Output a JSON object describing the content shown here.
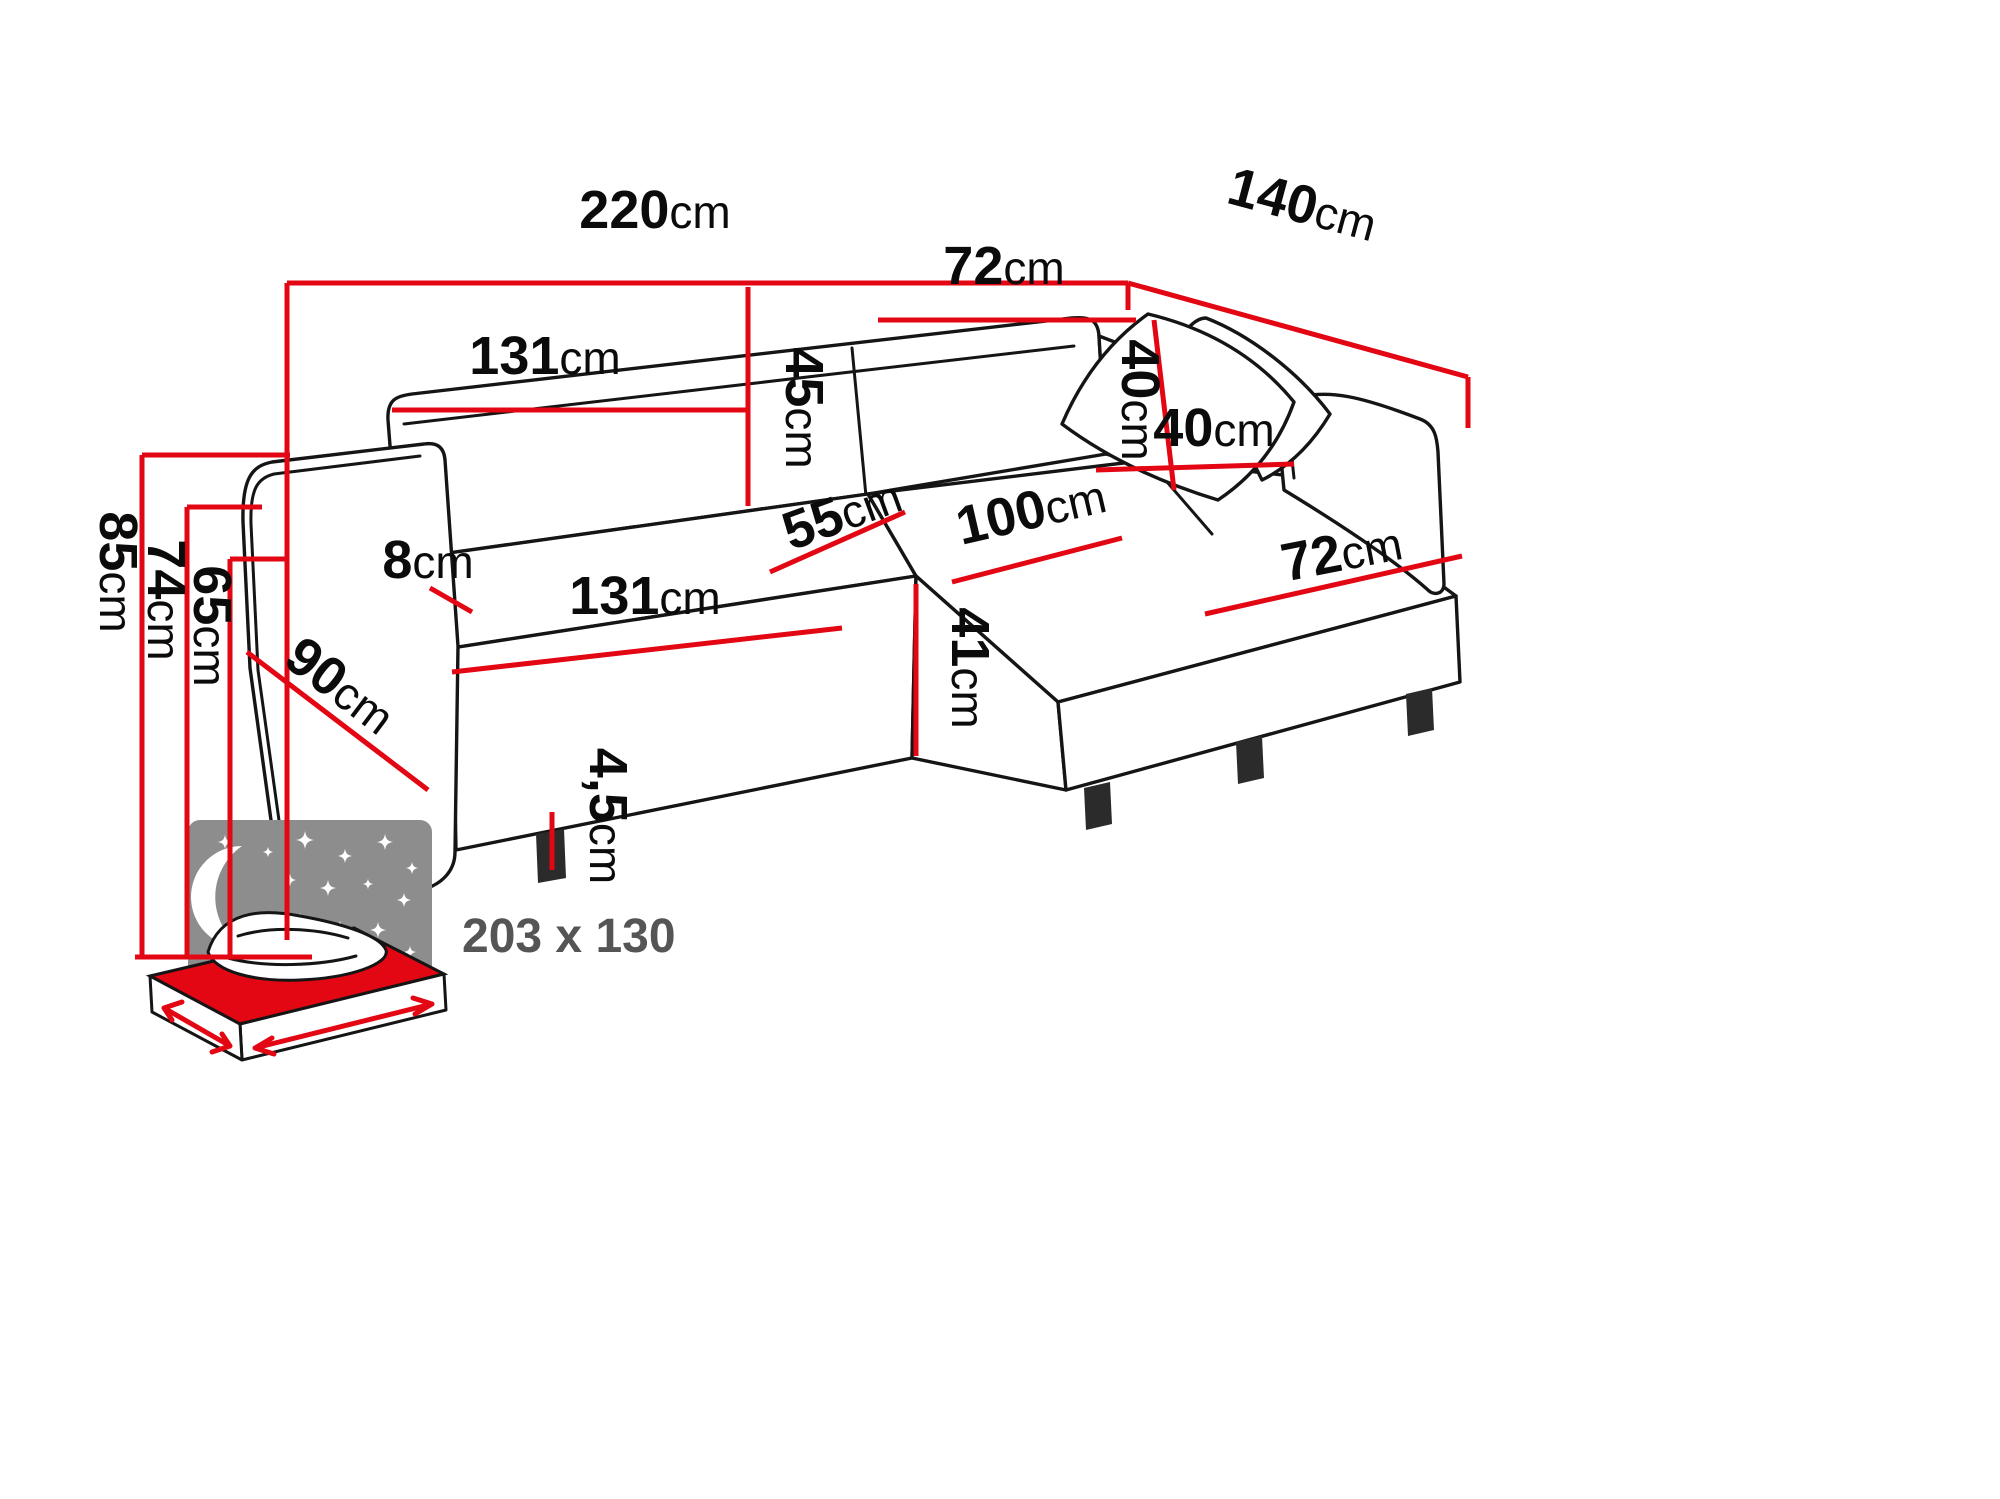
{
  "colors": {
    "dimension_red": "#e30613",
    "outline_black": "#151515",
    "icon_gray": "#8d8d8d",
    "label_gray": "#555555",
    "background": "#ffffff"
  },
  "dimensions": {
    "total_width": {
      "value": "220",
      "unit": "cm"
    },
    "total_depth": {
      "value": "140",
      "unit": "cm"
    },
    "back_section_width": {
      "value": "72",
      "unit": "cm"
    },
    "backrest_width": {
      "value": "131",
      "unit": "cm"
    },
    "backrest_height": {
      "value": "45",
      "unit": "cm"
    },
    "pillow_height": {
      "value": "40",
      "unit": "cm"
    },
    "pillow_width": {
      "value": "40",
      "unit": "cm"
    },
    "seat_depth": {
      "value": "55",
      "unit": "cm"
    },
    "corner_seat_width": {
      "value": "100",
      "unit": "cm"
    },
    "chaise_width": {
      "value": "72",
      "unit": "cm"
    },
    "armrest_width": {
      "value": "8",
      "unit": "cm"
    },
    "seat_width": {
      "value": "131",
      "unit": "cm"
    },
    "armrest_depth": {
      "value": "90",
      "unit": "cm"
    },
    "seat_height": {
      "value": "41",
      "unit": "cm"
    },
    "leg_height": {
      "value": "4,5",
      "unit": "cm"
    },
    "total_height": {
      "value": "85",
      "unit": "cm"
    },
    "back_height_floor": {
      "value": "74",
      "unit": "cm"
    },
    "armrest_height_floor": {
      "value": "65",
      "unit": "cm"
    }
  },
  "sleeping_area": {
    "label": "203 x 130"
  }
}
